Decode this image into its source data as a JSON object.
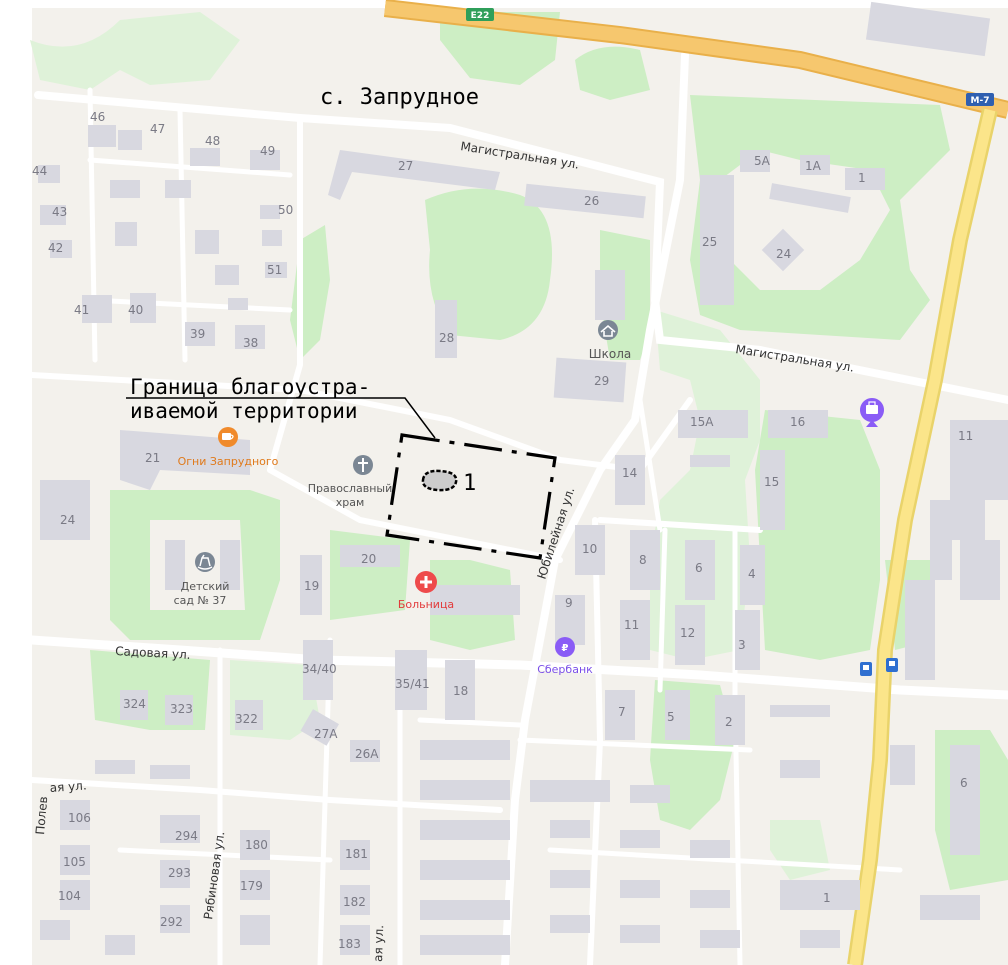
{
  "colors": {
    "ground": "#f3f1ec",
    "green": "#cdeec4",
    "building": "#d8d8e0",
    "road": "#ffffff",
    "highway": "#f6c76e",
    "highway_edge": "#e9b04a",
    "sberbank": "#8a5cf6",
    "hospital": "#ee4b4b",
    "cafe": "#f08a2b",
    "school": "#7b8794",
    "shield_green": "#2f9f5a",
    "shield_blue": "#2f5fb0",
    "ink": "#000000"
  },
  "title": "с. Запрудное",
  "boundary_label": {
    "line1": "Граница благоустра-",
    "line2": "иваемой территории",
    "marker": "1"
  },
  "shields": {
    "e22": "E22",
    "m7": "M-7"
  },
  "streets": {
    "magistralnaya_1": "Магистральная ул.",
    "magistralnaya_2": "Магистральная ул.",
    "sadovaya": "Садовая ул.",
    "yubileynaya": "Юбилейная ул.",
    "polevaya_a": "Полев",
    "polevaya_b": "ая ул.",
    "ryabinovaya": "Рябиновая ул.",
    "bottom_street": "ая ул."
  },
  "pois": {
    "school": "Школа",
    "church_1": "Православный",
    "church_2": "храм",
    "cafe": "Огни Запрудного",
    "kindergarten_1": "Детский",
    "kindergarten_2": "сад № 37",
    "hospital": "Больница",
    "sberbank": "Сбербанк"
  },
  "house_numbers": {
    "n46": "46",
    "n47": "47",
    "n48": "48",
    "n49": "49",
    "n44": "44",
    "n43": "43",
    "n42": "42",
    "n50": "50",
    "n51": "51",
    "n41": "41",
    "n40": "40",
    "n39": "39",
    "n38": "38",
    "n27": "27",
    "n26": "26",
    "n5a": "5А",
    "n1a": "1А",
    "n1top": "1",
    "n25": "25",
    "n24a": "24",
    "n28": "28",
    "n29": "29",
    "n15a": "15А",
    "n16": "16",
    "n11r": "11",
    "n21": "21",
    "n24b": "24",
    "n14": "14",
    "n15": "15",
    "n10": "10",
    "n8": "8",
    "n6": "6",
    "n4": "4",
    "n20": "20",
    "n19": "19",
    "n9": "9",
    "n11": "11",
    "n12": "12",
    "n3": "3",
    "n3440": "34/40",
    "n3541": "35/41",
    "n18": "18",
    "n7": "7",
    "n5": "5",
    "n2": "2",
    "n324": "324",
    "n323": "323",
    "n322": "322",
    "n27a": "27А",
    "n26a": "26А",
    "n6r": "6",
    "n106": "106",
    "n294": "294",
    "n180": "180",
    "n181": "181",
    "n105": "105",
    "n293": "293",
    "n179": "179",
    "n104": "104",
    "n182": "182",
    "n292": "292",
    "n183": "183",
    "n1bot": "1"
  }
}
